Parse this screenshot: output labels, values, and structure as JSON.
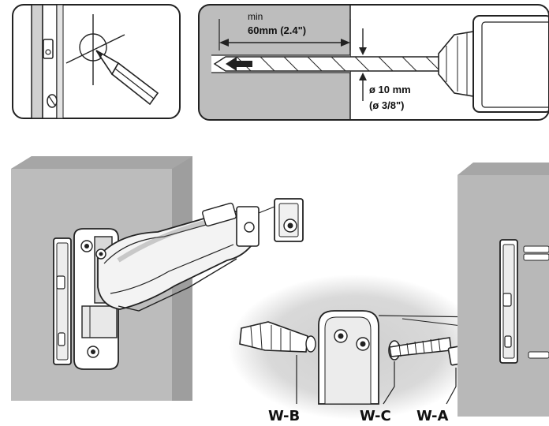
{
  "drill_panel": {
    "min_label": "min",
    "depth_label": "60mm (2.4\")",
    "diameter_label": "ø 10 mm",
    "diameter_imperial_label": "(ø 3/8\")"
  },
  "parts": {
    "wb_label": "W-B",
    "wc_label": "W-C",
    "wa_label": "W-A"
  }
}
